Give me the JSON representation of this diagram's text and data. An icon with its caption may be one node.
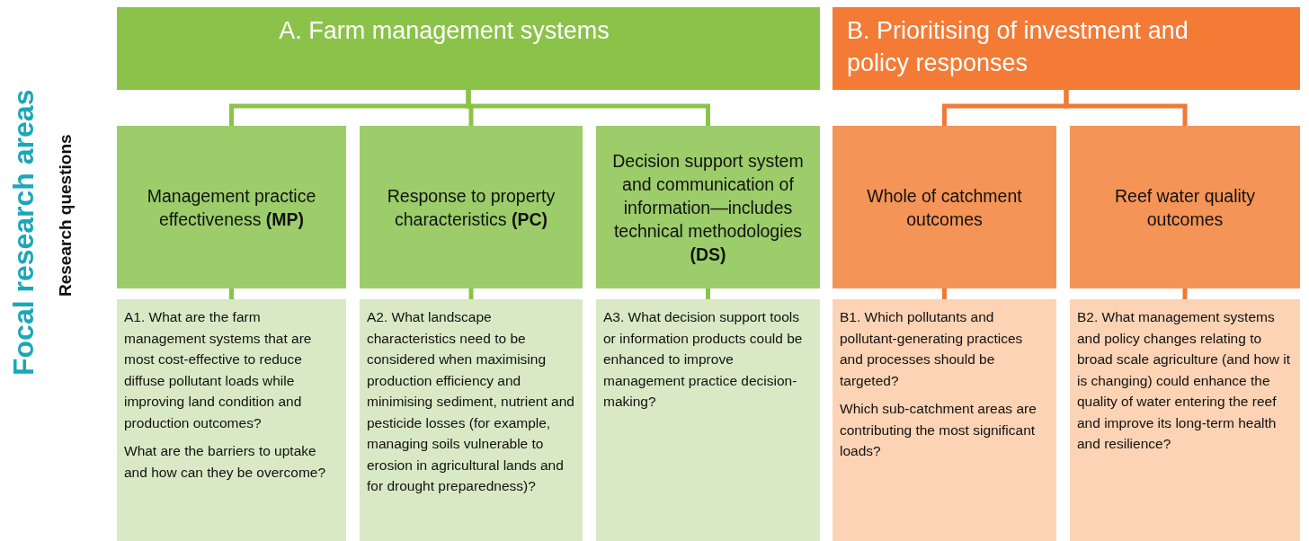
{
  "diagram": {
    "nodes": [
      {
        "text": [
          "A. Farm management systems"
        ]
      },
      {
        "text": [
          "B. Prioritising of investment and policy responses"
        ]
      },
      {
        "text": [
          "Management practice effectiveness **(MP)**"
        ]
      },
      {
        "text": [
          "Response to property characteristics **(PC)**"
        ]
      },
      {
        "text": [
          "Decision support system and communication of information—includes technical methodologies **(DS)**"
        ]
      },
      {
        "text": [
          "Whole of catchment outcomes"
        ]
      },
      {
        "text": [
          "Reef water quality outcomes"
        ]
      },
      {
        "text": [
          "A1. What are the farm management systems that are most cost-effective to reduce diffuse pollutant loads while improving land condition and production outcomes?",
          "What are the barriers to uptake and how can they be overcome?"
        ]
      },
      {
        "text": [
          "A2. What landscape characteristics need to be considered when maximising production efficiency and minimising sediment, nutrient and pesticide losses (for example, managing soils vulnerable to erosion in agricultural lands and for drought preparedness)?"
        ]
      },
      {
        "text": [
          "A3. What decision support tools or information products could be enhanced to improve management practice decision-making?"
        ]
      },
      {
        "text": [
          "B1. Which pollutants and pollutant-generating practices and processes should be targeted?",
          "Which sub-catchment areas are contributing the most significant loads?"
        ]
      },
      {
        "text": [
          "B2. What management systems and policy changes relating to broad scale agriculture (and how it is changing) could enhance the quality of water entering the reef and improve its long-term health and resilience?"
        ]
      }
    ],
    "edges": [
      {
        "from": 0,
        "to": 2,
        "arrow": "none"
      },
      {
        "from": 0,
        "to": 3,
        "arrow": "none"
      },
      {
        "from": 0,
        "to": 4,
        "arrow": "none"
      },
      {
        "from": 1,
        "to": 5,
        "arrow": "none",
        "color": "#f07a35"
      },
      {
        "from": 1,
        "to": 6,
        "arrow": "none",
        "color": "#f07a35"
      },
      {
        "from": 2,
        "to": 7,
        "arrow": "none"
      },
      {
        "from": 3,
        "to": 8,
        "arrow": "none"
      },
      {
        "from": 4,
        "to": 9,
        "arrow": "none"
      },
      {
        "from": 5,
        "to": 10,
        "arrow": "none",
        "color": "#f07a35"
      },
      {
        "from": 6,
        "to": 11,
        "arrow": "none",
        "color": "#f07a35"
      }
    ],
    "labels": [
      "Focal research areas",
      "Research questions"
    ]
  }
}
